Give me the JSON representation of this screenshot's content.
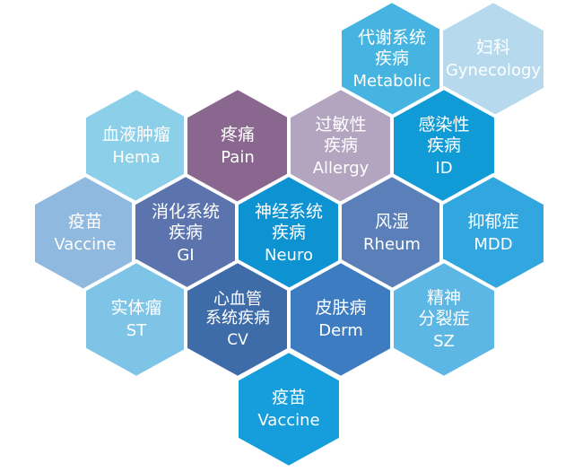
{
  "diagram": {
    "cells": [
      {
        "id": "metabolic",
        "lines_zh": [
          "代谢系统",
          "疾病"
        ],
        "en": "Metabolic",
        "color": "#45b4e0"
      },
      {
        "id": "gynecology",
        "lines_zh": [
          "妇科"
        ],
        "en": "Gynecology",
        "color": "#b6d9ee"
      },
      {
        "id": "hema",
        "lines_zh": [
          "血液肿瘤"
        ],
        "en": "Hema",
        "color": "#8ccfe9"
      },
      {
        "id": "pain",
        "lines_zh": [
          "疼痛"
        ],
        "en": "Pain",
        "color": "#8a678e"
      },
      {
        "id": "allergy",
        "lines_zh": [
          "过敏性",
          "疾病"
        ],
        "en": "Allergy",
        "color": "#b3a4c0"
      },
      {
        "id": "id",
        "lines_zh": [
          "感染性",
          "疾病"
        ],
        "en": "ID",
        "color": "#109bd6"
      },
      {
        "id": "vaccine-left",
        "lines_zh": [
          "疫苗"
        ],
        "en": "Vaccine",
        "color": "#8fb9de"
      },
      {
        "id": "gi",
        "lines_zh": [
          "消化系统",
          "疾病"
        ],
        "en": "GI",
        "color": "#5b74ad"
      },
      {
        "id": "neuro",
        "lines_zh": [
          "神经系统",
          "疾病"
        ],
        "en": "Neuro",
        "color": "#0e93d2"
      },
      {
        "id": "rheum",
        "lines_zh": [
          "风湿"
        ],
        "en": "Rheum",
        "color": "#5a7fb9"
      },
      {
        "id": "mdd",
        "lines_zh": [
          "抑郁症"
        ],
        "en": "MDD",
        "color": "#32a6df"
      },
      {
        "id": "st",
        "lines_zh": [
          "实体瘤"
        ],
        "en": "ST",
        "color": "#7dc4e6"
      },
      {
        "id": "cv",
        "lines_zh": [
          "心血管",
          "系统疾病"
        ],
        "en": "CV",
        "color": "#3d6ca8"
      },
      {
        "id": "derm",
        "lines_zh": [
          "皮肤病"
        ],
        "en": "Derm",
        "color": "#3d7cc0"
      },
      {
        "id": "sz",
        "lines_zh": [
          "精神",
          "分裂症"
        ],
        "en": "SZ",
        "color": "#5cb7e4"
      },
      {
        "id": "vaccine-bottom",
        "lines_zh": [
          "疫苗"
        ],
        "en": "Vaccine",
        "color": "#169ddb"
      }
    ]
  }
}
